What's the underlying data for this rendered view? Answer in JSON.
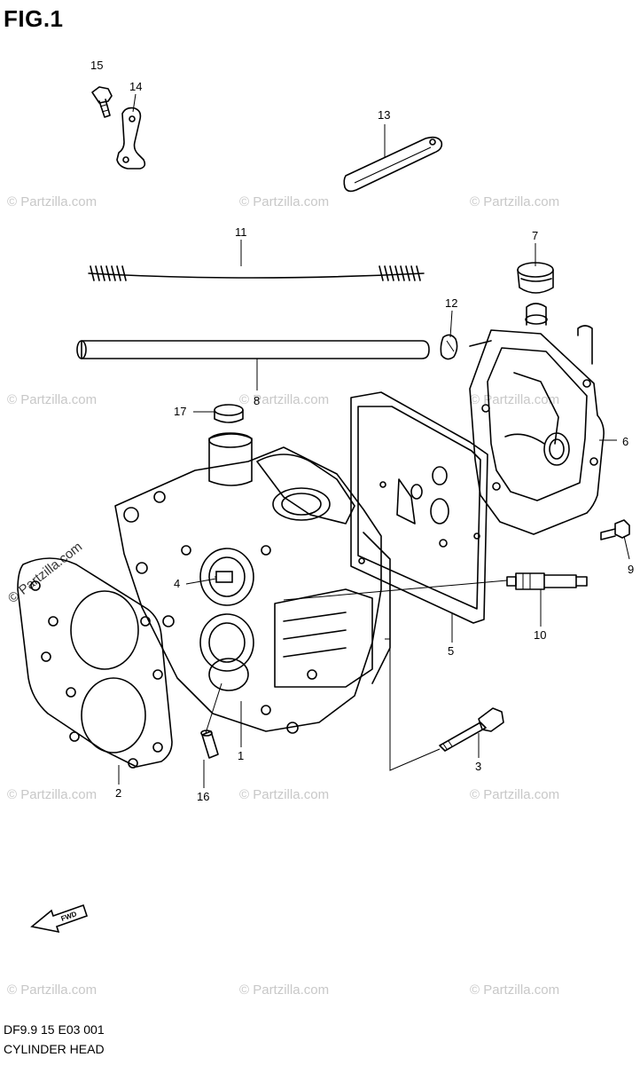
{
  "figure": {
    "title": "FIG.1"
  },
  "footer": {
    "code": "DF9.9 15 E03 001",
    "name": "CYLINDER HEAD"
  },
  "watermark": {
    "text": "© Partzilla.com"
  },
  "fwd_label": "FWD",
  "callouts": [
    "15",
    "14",
    "13",
    "11",
    "7",
    "12",
    "8",
    "17",
    "6",
    "9",
    "4",
    "10",
    "5",
    "2",
    "16",
    "1",
    "3"
  ]
}
